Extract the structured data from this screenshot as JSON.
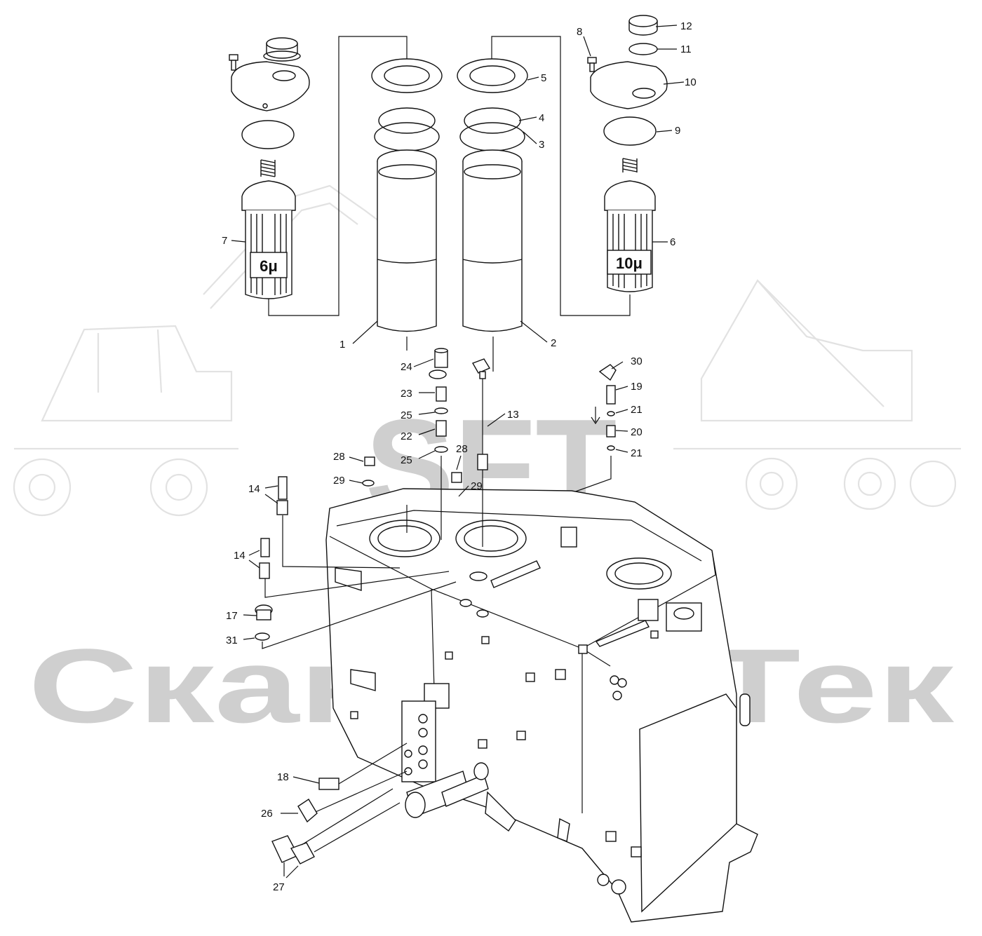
{
  "watermark": {
    "logo_text": "SFT",
    "company_text": "СканФорТек"
  },
  "filter_ratings": {
    "left": "6μ",
    "right": "10μ"
  },
  "callouts": [
    "1",
    "2",
    "3",
    "4",
    "5",
    "6",
    "7",
    "8",
    "9",
    "10",
    "11",
    "12",
    "13",
    "14",
    "14",
    "17",
    "18",
    "19",
    "20",
    "21",
    "21",
    "22",
    "23",
    "24",
    "25",
    "25",
    "26",
    "27",
    "28",
    "28",
    "29",
    "29",
    "30",
    "31"
  ]
}
